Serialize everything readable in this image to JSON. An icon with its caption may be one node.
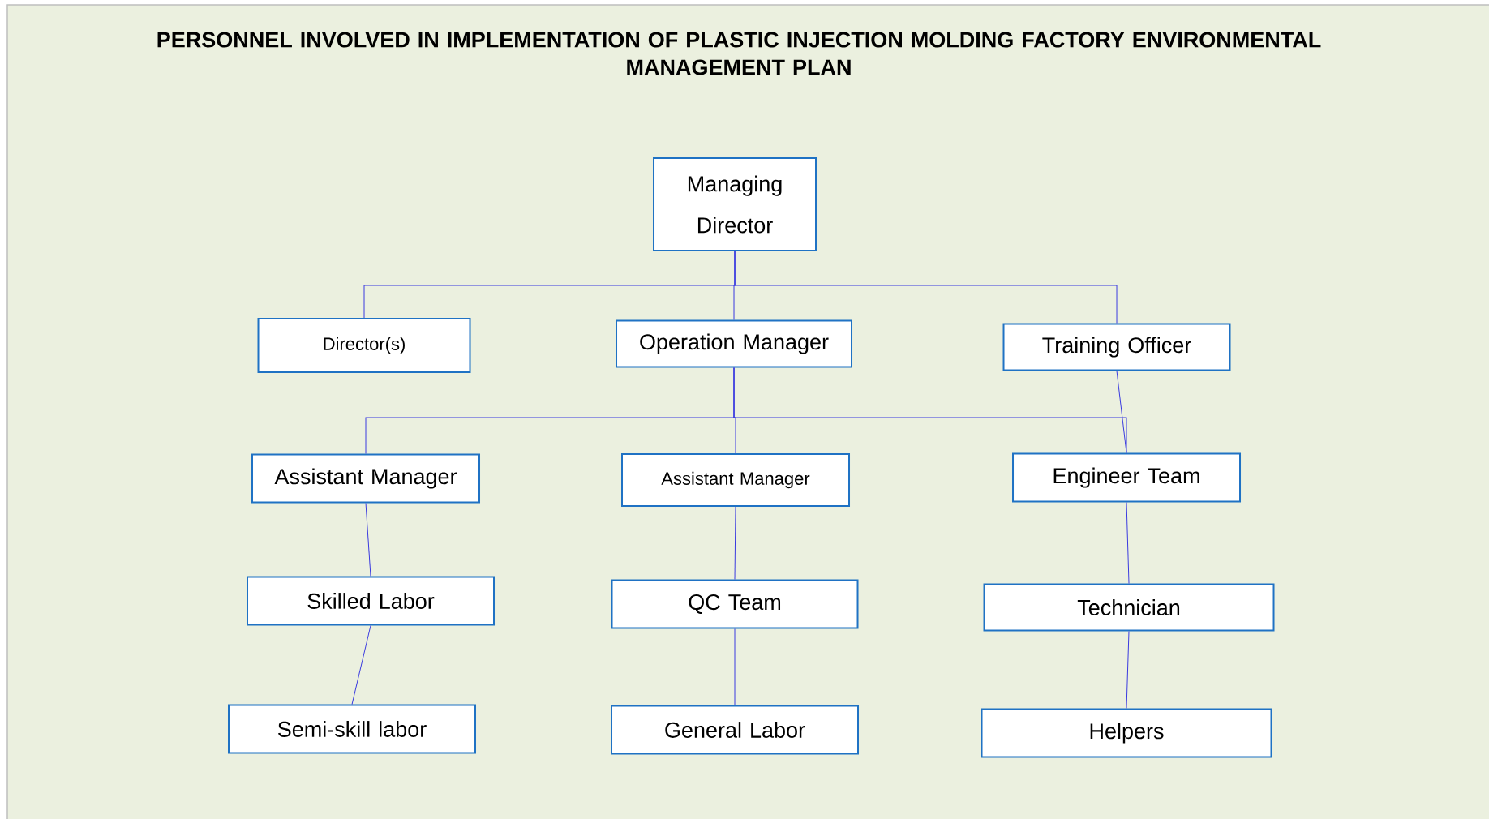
{
  "diagram": {
    "title": "PERSONNEL INVOLVED IN IMPLEMENTATION OF PLASTIC INJECTION MOLDING FACTORY ENVIRONMENTAL MANAGEMENT PLAN",
    "nodes": [
      {
        "text": [
          "Managing Director"
        ]
      },
      {
        "text": [
          "Director(s)"
        ]
      },
      {
        "text": [
          "Operation Manager"
        ]
      },
      {
        "text": [
          "Training Officer"
        ]
      },
      {
        "text": [
          "Assistant Manager"
        ]
      },
      {
        "text": [
          "Assistant Manager"
        ]
      },
      {
        "text": [
          "Engineer Team"
        ]
      },
      {
        "text": [
          "Skilled Labor"
        ]
      },
      {
        "text": [
          "QC Team"
        ]
      },
      {
        "text": [
          "Technician"
        ]
      },
      {
        "text": [
          "Semi-skill labor"
        ]
      },
      {
        "text": [
          "General Labor"
        ]
      },
      {
        "text": [
          "Helpers"
        ]
      }
    ],
    "edges": [
      {
        "from": 0,
        "to": 1,
        "arrow": "none"
      },
      {
        "from": 0,
        "to": 2,
        "arrow": "none"
      },
      {
        "from": 0,
        "to": 3,
        "arrow": "none"
      },
      {
        "from": 2,
        "to": 4,
        "arrow": "none"
      },
      {
        "from": 2,
        "to": 5,
        "arrow": "none"
      },
      {
        "from": 2,
        "to": 6,
        "arrow": "none"
      },
      {
        "from": 3,
        "to": 6,
        "arrow": "none"
      },
      {
        "from": 4,
        "to": 7,
        "arrow": "none"
      },
      {
        "from": 7,
        "to": 10,
        "arrow": "none"
      },
      {
        "from": 5,
        "to": 8,
        "arrow": "none"
      },
      {
        "from": 8,
        "to": 11,
        "arrow": "none"
      },
      {
        "from": 6,
        "to": 9,
        "arrow": "none"
      },
      {
        "from": 9,
        "to": 12,
        "arrow": "none"
      }
    ]
  }
}
